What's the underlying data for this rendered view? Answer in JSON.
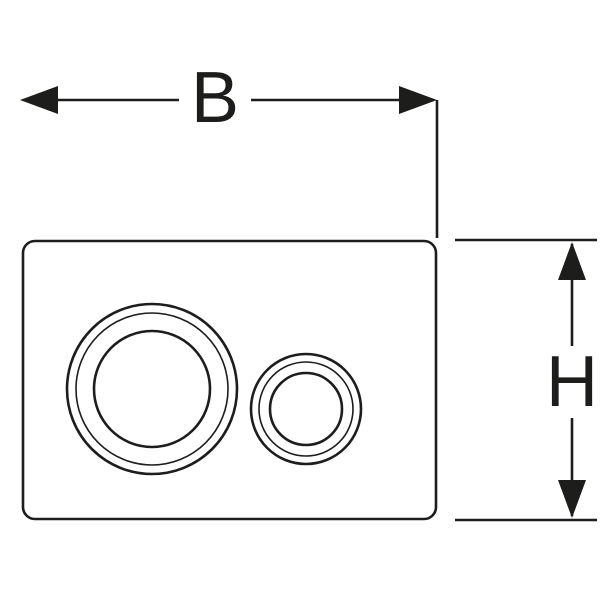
{
  "diagram": {
    "type": "technical-dimension-drawing",
    "subject": "dual-flush actuator plate with two round buttons",
    "labels": {
      "width": "B",
      "height": "H"
    },
    "colors": {
      "line": "#1d1d1b",
      "background": "#ffffff"
    }
  }
}
